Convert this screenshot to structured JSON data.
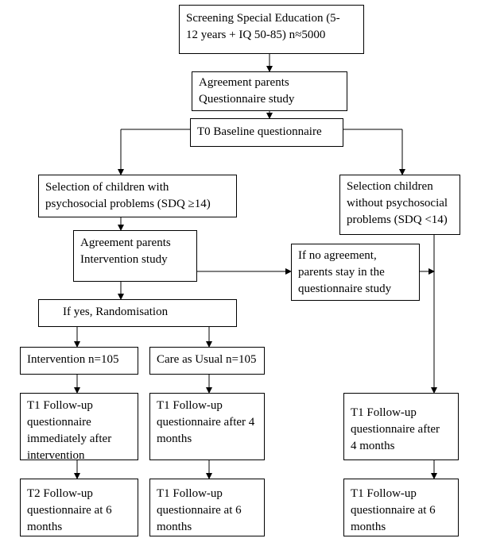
{
  "boxes": {
    "screening": "Screening Special Education (5-\n12 years + IQ 50-85) n≈5000",
    "agreement_questionnaire": "Agreement parents\nQuestionnaire study",
    "t0_baseline": "T0 Baseline questionnaire",
    "selection_with_problems": "Selection of children with\npsychosocial problems (SDQ ≥14)",
    "selection_without_problems": "Selection children\nwithout psychosocial\nproblems (SDQ <14)",
    "agreement_intervention": "Agreement parents\nIntervention study",
    "no_agreement": "If no agreement,\nparents stay in the\nquestionnaire study",
    "randomisation": "If yes, Randomisation",
    "intervention": "Intervention n=105",
    "care_as_usual": "Care as Usual n=105",
    "t1_intervention": "T1 Follow-up\nquestionnaire\nimmediately after\nintervention",
    "t1_care_as_usual": "T1 Follow-up\nquestionnaire after 4\nmonths",
    "t1_without_problems": "T1 Follow-up\nquestionnaire after\n4 months",
    "t2_intervention": "T2 Follow-up\nquestionnaire at 6\nmonths",
    "t1_care_as_usual_6m": "T1 Follow-up\nquestionnaire at 6\nmonths",
    "t1_without_problems_6m": "T1 Follow-up\nquestionnaire at 6\nmonths"
  }
}
